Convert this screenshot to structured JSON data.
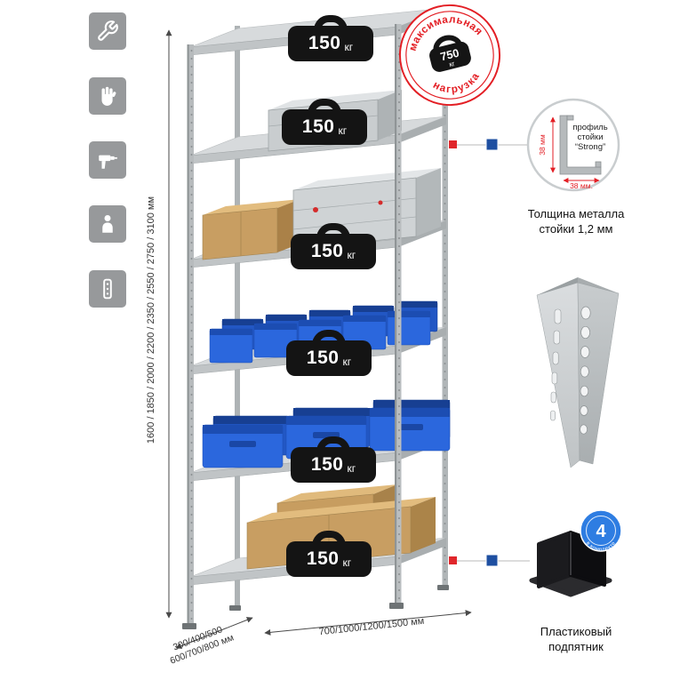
{
  "tools_column": {
    "icons": [
      {
        "name": "wrench"
      },
      {
        "name": "glove"
      },
      {
        "name": "drill"
      },
      {
        "name": "person"
      },
      {
        "name": "level"
      }
    ]
  },
  "dimensions": {
    "height": "1600 / 1850 / 2000 / 2200 / 2350 / 2550 / 2750 / 3100 мм",
    "depth_line1": "300/400/500",
    "depth_line2": "600/700/800 мм",
    "width": "700/1000/1200/1500 мм"
  },
  "shelf_badge": {
    "value": "150",
    "unit": "кг"
  },
  "stamp": {
    "arc_top": "максимальная",
    "arc_bottom": "нагрузка",
    "value": "750",
    "unit": "кг"
  },
  "profile_callout": {
    "dim_vertical": "38 мм",
    "dim_horizontal": "38 мм.",
    "label_line1": "профиль",
    "label_line2": "стойки",
    "label_line3": "“Strong”",
    "caption_line1": "Толщина металла",
    "caption_line2": "стойки 1,2 мм"
  },
  "foot_callout": {
    "badge_value": "4",
    "badge_arc": "в комплекте",
    "caption_line1": "Пластиковый",
    "caption_line2": "подпятник"
  },
  "colors": {
    "accent_red": "#e31e24",
    "connector_blue": "#1e4fa1",
    "bin_blue": "#2b67dd",
    "cardboard": "#c89e62",
    "metal": "#c6cacc"
  }
}
